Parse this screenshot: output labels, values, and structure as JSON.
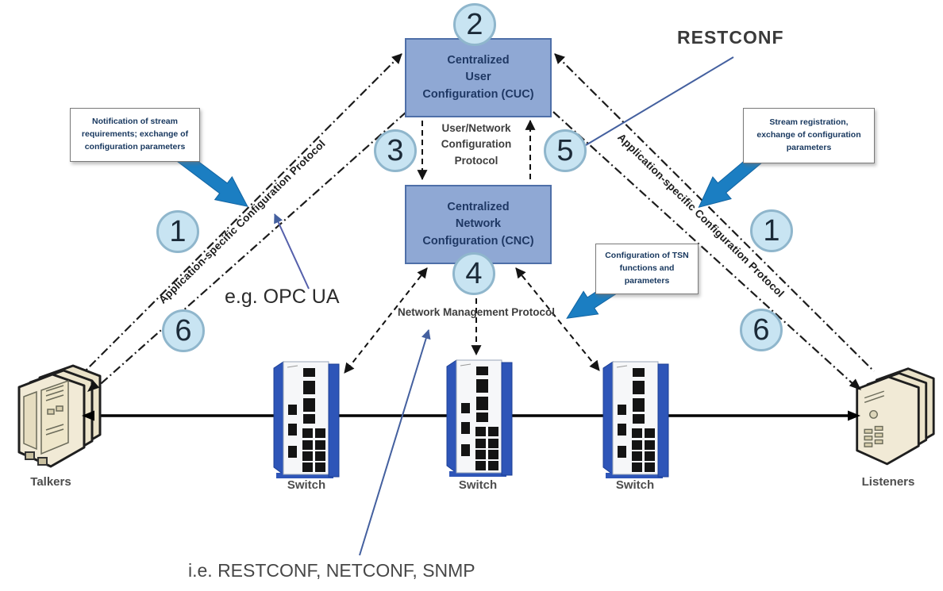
{
  "annotations": {
    "restconf": "RESTCONF",
    "opc_ua": "e.g. OPC UA",
    "mgmt_protocols": "i.e. RESTCONF, NETCONF, SNMP"
  },
  "boxes": {
    "cuc": {
      "line1": "Centralized",
      "line2": "User",
      "line3": "Configuration (CUC)"
    },
    "cnc": {
      "line1": "Centralized",
      "line2": "Network",
      "line3": "Configuration (CNC)"
    }
  },
  "protocols": {
    "user_network": "User/Network Configuration Protocol",
    "network_management": "Network Management Protocol",
    "app_specific_left": "Application-specific Configuration Protocol",
    "app_specific_right": "Application-specific Configuration Protocol"
  },
  "callouts": {
    "notification": "Notification of stream requirements; exchange of configuration parameters",
    "stream_registration": "Stream registration, exchange of configuration parameters",
    "tsn_config": "Configuration of TSN functions and parameters"
  },
  "steps": {
    "s1_left": "1",
    "s1_right": "1",
    "s2": "2",
    "s3": "3",
    "s4": "4",
    "s5": "5",
    "s6_left": "6",
    "s6_right": "6"
  },
  "devices": {
    "talkers": "Talkers",
    "switches": [
      "Switch",
      "Switch",
      "Switch"
    ],
    "listeners": "Listeners"
  },
  "icons": {
    "talkers": "server-stack-icon",
    "listeners": "server-stack-icon",
    "switch": "industrial-switch-icon",
    "block_arrows": "fat-blue-arrow-icon"
  },
  "colors": {
    "box_fill": "#8fa8d4",
    "box_border": "#4e6fa8",
    "box_text": "#1f3864",
    "circle_fill": "#c8e4f2",
    "circle_border": "#8fb6cc",
    "block_arrow": "#1b7ec2",
    "annotation_line": "#44609f",
    "callout_text": "#17375e",
    "line_color": "#141414"
  }
}
